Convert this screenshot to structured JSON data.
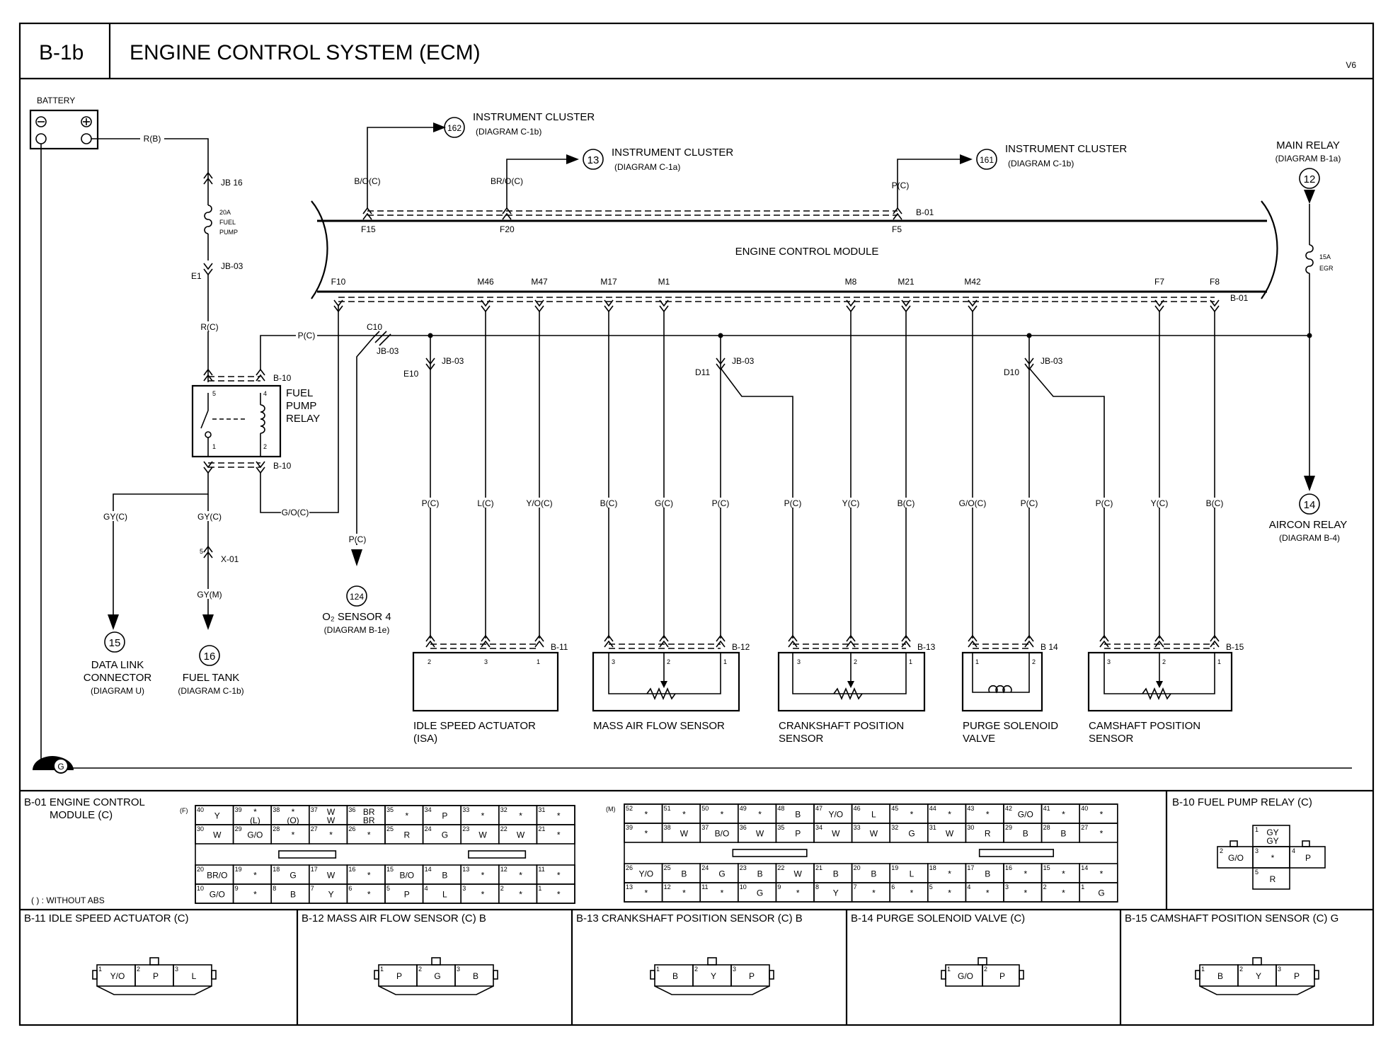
{
  "header": {
    "code": "B-1b",
    "title": "ENGINE CONTROL SYSTEM (ECM)",
    "variant": "V6"
  },
  "battery": {
    "label": "BATTERY"
  },
  "wires": {
    "r_b": "R(B)",
    "r_c": "R(C)",
    "p_c": "P(C)",
    "gy_c": "GY(C)",
    "gy_m": "GY(M)",
    "g_o_c": "G/O(C)",
    "b_o_c": "B/O(C)",
    "br_o_c": "BR/O(C)"
  },
  "fuses": {
    "fuel_pump": "20A FUEL PUMP",
    "egr": "15A EGR"
  },
  "connectors": {
    "jb16": "JB 16",
    "jb03": "JB-03",
    "x01": "X-01",
    "b01": "B-01",
    "b10": "B-10",
    "b11": "B-11",
    "b12": "B-12",
    "b13": "B-13",
    "b14": "B 14",
    "b15": "B-15",
    "e1": "E1",
    "e10": "E10",
    "c10": "C10",
    "d11": "D11",
    "d10": "D10",
    "pin5": "5"
  },
  "relay": {
    "label": "FUEL PUMP RELAY",
    "pins": [
      "5",
      "4",
      "1",
      "2"
    ]
  },
  "ecm": {
    "label": "ENGINE CONTROL MODULE",
    "top_pins": [
      "F15",
      "F20",
      "F5"
    ],
    "bottom_pins": [
      "F10",
      "M46",
      "M47",
      "M17",
      "M1",
      "M8",
      "M21",
      "M42",
      "F7",
      "F8"
    ]
  },
  "refs": {
    "r162": {
      "num": "162",
      "line1": "INSTRUMENT CLUSTER",
      "line2": "(DIAGRAM C-1b)"
    },
    "r13": {
      "num": "13",
      "line1": "INSTRUMENT CLUSTER",
      "line2": "(DIAGRAM C-1a)"
    },
    "r161": {
      "num": "161",
      "line1": "INSTRUMENT CLUSTER",
      "line2": "(DIAGRAM C-1b)"
    },
    "r12": {
      "num": "12",
      "line1": "MAIN RELAY",
      "line2": "(DIAGRAM B-1a)"
    },
    "r14": {
      "num": "14",
      "line1": "AIRCON RELAY",
      "line2": "(DIAGRAM B-4)"
    },
    "r124": {
      "num": "124",
      "line1": "O₂ SENSOR 4",
      "line2": "(DIAGRAM B-1e)"
    },
    "r15": {
      "num": "15",
      "line1": "DATA LINK",
      "line2": "CONNECTOR",
      "line3": "(DIAGRAM U)"
    },
    "r16": {
      "num": "16",
      "line1": "FUEL TANK",
      "line2": "(DIAGRAM C-1b)"
    }
  },
  "branch_wires": [
    "P(C)",
    "L(C)",
    "Y/O(C)",
    "B(C)",
    "G(C)",
    "P(C)",
    "P(C)",
    "Y(C)",
    "B(C)",
    "G/O(C)",
    "P(C)",
    "P(C)",
    "Y(C)",
    "B(C)"
  ],
  "components": {
    "isa": {
      "line1": "IDLE SPEED ACTUATOR",
      "line2": "(ISA)",
      "pins": [
        "2",
        "3",
        "1"
      ]
    },
    "maf": {
      "line1": "MASS AIR FLOW SENSOR",
      "pins": [
        "3",
        "2",
        "1"
      ]
    },
    "ckp": {
      "line1": "CRANKSHAFT POSITION",
      "line2": "SENSOR",
      "pins": [
        "3",
        "2",
        "1"
      ]
    },
    "purge": {
      "line1": "PURGE SOLENOID",
      "line2": "VALVE",
      "pins": [
        "1",
        "2"
      ]
    },
    "cmp": {
      "line1": "CAMSHAFT POSITION",
      "line2": "SENSOR",
      "pins": [
        "3",
        "2",
        "1"
      ]
    }
  },
  "ground": {
    "label": "G"
  },
  "legend": {
    "b01_title_line1": "B-01 ENGINE CONTROL",
    "b01_title_line2": "MODULE (C)",
    "without_abs": "( ) : WITHOUT ABS",
    "f_tag": "(F)",
    "m_tag": "(M)",
    "b10_title": "B-10 FUEL PUMP RELAY (C)",
    "b11_title": "B-11 IDLE SPEED ACTUATOR (C)",
    "b12_title": "B-12 MASS AIR FLOW SENSOR (C) B",
    "b13_title": "B-13 CRANKSHAFT POSITION SENSOR (C) B",
    "b14_title": "B-14 PURGE SOLENOID VALVE (C)",
    "b15_title": "B-15 CAMSHAFT POSITION SENSOR (C) G"
  },
  "b01_f": {
    "rows": [
      [
        [
          "40",
          "Y"
        ],
        [
          "39",
          "*",
          "(L)"
        ],
        [
          "38",
          "*",
          "(O)"
        ],
        [
          "37",
          "W",
          "W"
        ],
        [
          "36",
          "BR",
          "BR"
        ],
        [
          "35",
          "*"
        ],
        [
          "34",
          "P"
        ],
        [
          "33",
          "*"
        ],
        [
          "32",
          "*"
        ],
        [
          "31",
          "*"
        ]
      ],
      [
        [
          "30",
          "W"
        ],
        [
          "29",
          "G/O"
        ],
        [
          "28",
          "*"
        ],
        [
          "27",
          "*"
        ],
        [
          "26",
          "*"
        ],
        [
          "25",
          "R"
        ],
        [
          "24",
          "G"
        ],
        [
          "23",
          "W"
        ],
        [
          "22",
          "W"
        ],
        [
          "21",
          "*"
        ]
      ],
      [
        [
          "20",
          "BR/O"
        ],
        [
          "19",
          "*"
        ],
        [
          "18",
          "G"
        ],
        [
          "17",
          "W"
        ],
        [
          "16",
          "*"
        ],
        [
          "15",
          "B/O"
        ],
        [
          "14",
          "B"
        ],
        [
          "13",
          "*"
        ],
        [
          "12",
          "*"
        ],
        [
          "11",
          "*"
        ]
      ],
      [
        [
          "10",
          "G/O"
        ],
        [
          "9",
          "*"
        ],
        [
          "8",
          "B"
        ],
        [
          "7",
          "Y"
        ],
        [
          "6",
          "*"
        ],
        [
          "5",
          "P"
        ],
        [
          "4",
          "L"
        ],
        [
          "3",
          "*"
        ],
        [
          "2",
          "*"
        ],
        [
          "1",
          "*"
        ]
      ]
    ]
  },
  "b01_m": {
    "rows": [
      [
        [
          "52",
          "*"
        ],
        [
          "51",
          "*"
        ],
        [
          "50",
          "*"
        ],
        [
          "49",
          "*"
        ],
        [
          "48",
          "B"
        ],
        [
          "47",
          "Y/O"
        ],
        [
          "46",
          "L"
        ],
        [
          "45",
          "*"
        ],
        [
          "44",
          "*"
        ],
        [
          "43",
          "*"
        ],
        [
          "42",
          "G/O"
        ],
        [
          "41",
          "*"
        ],
        [
          "40",
          "*"
        ]
      ],
      [
        [
          "39",
          "*"
        ],
        [
          "38",
          "W"
        ],
        [
          "37",
          "B/O"
        ],
        [
          "36",
          "W"
        ],
        [
          "35",
          "P"
        ],
        [
          "34",
          "W"
        ],
        [
          "33",
          "W"
        ],
        [
          "32",
          "G"
        ],
        [
          "31",
          "W"
        ],
        [
          "30",
          "R"
        ],
        [
          "29",
          "B"
        ],
        [
          "28",
          "B"
        ],
        [
          "27",
          "*"
        ]
      ],
      [
        [
          "26",
          "Y/O"
        ],
        [
          "25",
          "B"
        ],
        [
          "24",
          "G"
        ],
        [
          "23",
          "B"
        ],
        [
          "22",
          "W"
        ],
        [
          "21",
          "B"
        ],
        [
          "20",
          "B"
        ],
        [
          "19",
          "L"
        ],
        [
          "18",
          "*"
        ],
        [
          "17",
          "B"
        ],
        [
          "16",
          "*"
        ],
        [
          "15",
          "*"
        ],
        [
          "14",
          "*"
        ]
      ],
      [
        [
          "13",
          "*"
        ],
        [
          "12",
          "*"
        ],
        [
          "11",
          "*"
        ],
        [
          "10",
          "G"
        ],
        [
          "9",
          "*"
        ],
        [
          "8",
          "Y"
        ],
        [
          "7",
          "*"
        ],
        [
          "6",
          "*"
        ],
        [
          "5",
          "*"
        ],
        [
          "4",
          "*"
        ],
        [
          "3",
          "*"
        ],
        [
          "2",
          "*"
        ],
        [
          "1",
          "G"
        ]
      ]
    ]
  },
  "b10_face": {
    "cells": [
      {
        "num": "1",
        "val": "GY",
        "val2": "GY"
      },
      {
        "num": "2",
        "val": "G/O"
      },
      {
        "num": "3",
        "val": "*"
      },
      {
        "num": "4",
        "val": "P"
      },
      {
        "num": "5",
        "val": "R"
      }
    ]
  },
  "faces": {
    "b11": [
      [
        "1",
        "Y/O"
      ],
      [
        "2",
        "P"
      ],
      [
        "3",
        "L"
      ]
    ],
    "b12": [
      [
        "1",
        "P"
      ],
      [
        "2",
        "G"
      ],
      [
        "3",
        "B"
      ]
    ],
    "b13": [
      [
        "1",
        "B"
      ],
      [
        "2",
        "Y"
      ],
      [
        "3",
        "P"
      ]
    ],
    "b14": [
      [
        "1",
        "G/O"
      ],
      [
        "2",
        "P"
      ]
    ],
    "b15": [
      [
        "1",
        "B"
      ],
      [
        "2",
        "Y"
      ],
      [
        "3",
        "P"
      ]
    ]
  }
}
